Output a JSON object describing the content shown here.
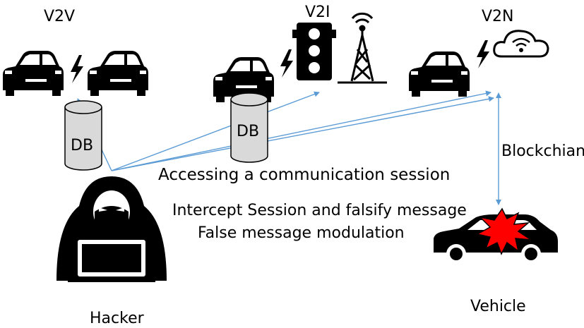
{
  "labels": {
    "v2v": "V2V",
    "v2i": "V2I",
    "v2n": "V2N",
    "db_left": "DB",
    "db_mid": "DB",
    "blockchain": "Blockchian",
    "accessing": "Accessing a communication session",
    "intercept": "Intercept Session and falsify message",
    "false_msg": "False message modulation",
    "hacker": "Hacker",
    "vehicle": "Vehicle"
  },
  "colors": {
    "arrow": "#5b9bd5",
    "icon": "#000000",
    "db_fill": "#d9d9d9",
    "explosion": "#ff0000"
  },
  "icons": [
    "car-icon",
    "lightning-icon",
    "traffic-light-icon",
    "radio-tower-icon",
    "cloud-wifi-icon",
    "database-icon",
    "hacker-icon",
    "explosion-icon"
  ]
}
